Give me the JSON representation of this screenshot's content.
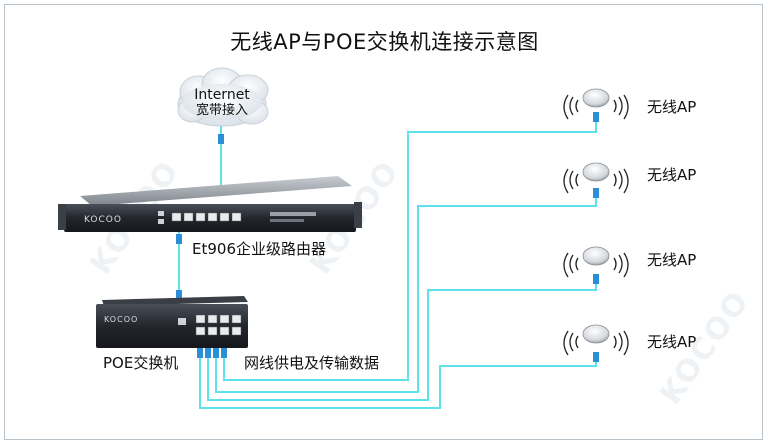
{
  "title": "无线AP与POE交换机连接示意图",
  "cloud": {
    "line1": "Internet",
    "line2": "宽带接入"
  },
  "router": {
    "label": "Et906企业级路由器",
    "brand": "KOCOO"
  },
  "switch": {
    "label": "POE交换机",
    "brand": "KOCOO"
  },
  "cable_label": "网线供电及传输数据",
  "access_points": [
    {
      "label": "无线AP"
    },
    {
      "label": "无线AP"
    },
    {
      "label": "无线AP"
    },
    {
      "label": "无线AP"
    }
  ],
  "watermark": "KOCOO",
  "colors": {
    "cable": "#5fe1ea",
    "device": "#1f2228",
    "frame": "#b9c3cc",
    "cloud": "#e6edf2"
  }
}
